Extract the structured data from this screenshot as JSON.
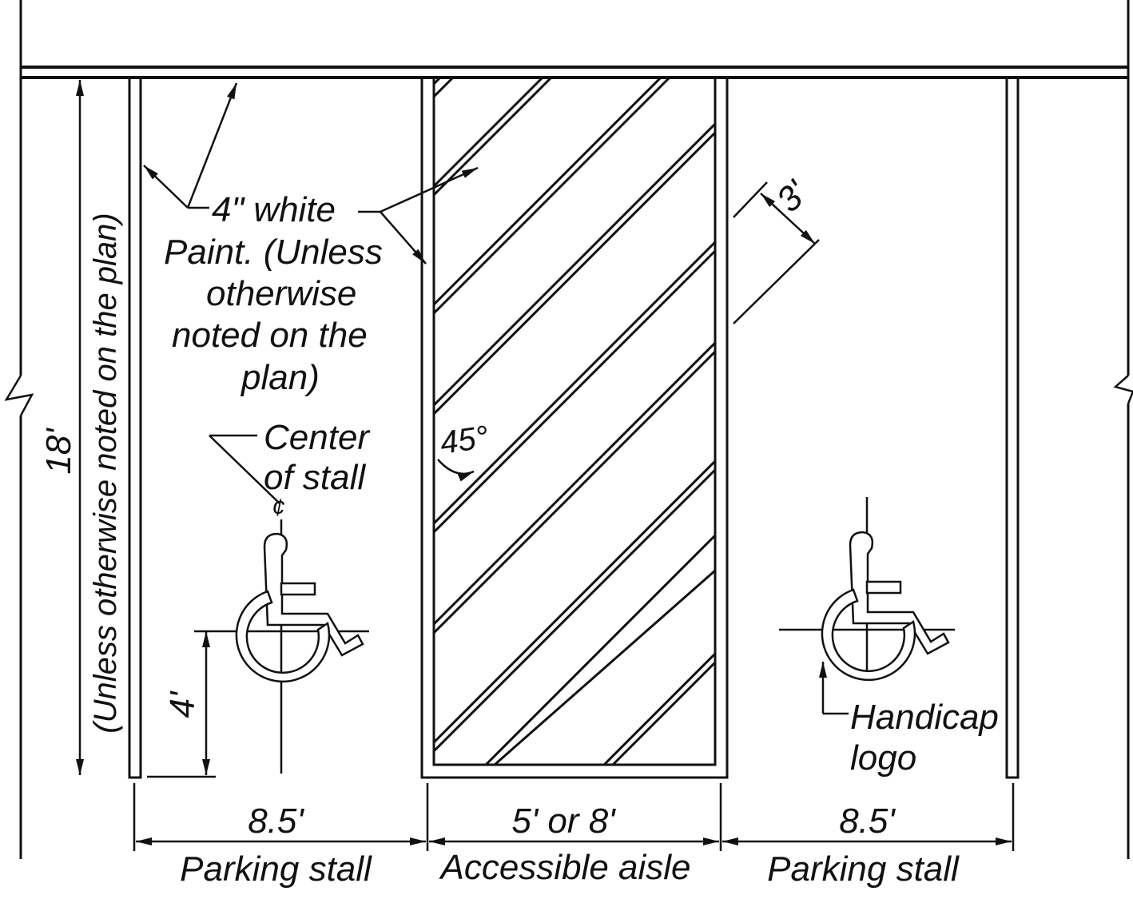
{
  "colors": {
    "ink": "#111111",
    "paper": "#ffffff"
  },
  "labels": {
    "paint_note": [
      "4\" white",
      "Paint. (Unless",
      "otherwise",
      "noted on the",
      "plan)"
    ],
    "center_note": [
      "Center",
      "of stall"
    ],
    "centerline_symbol": "¢",
    "angle": "45°",
    "logo_note": [
      "Handicap",
      "logo"
    ],
    "stall_length": "18'",
    "stall_length_note": "(Unless otherwise noted on the plan)",
    "logo_offset": "4'",
    "stripe_spacing": "3'"
  },
  "dimensions": {
    "left_stall_width": "8.5'",
    "aisle_width": "5' or 8'",
    "right_stall_width": "8.5'"
  },
  "captions": {
    "left_stall": "Parking stall",
    "aisle": "Accessible aisle",
    "right_stall": "Parking stall"
  },
  "icons": [
    "wheelchair-icon",
    "wheelchair-icon"
  ]
}
